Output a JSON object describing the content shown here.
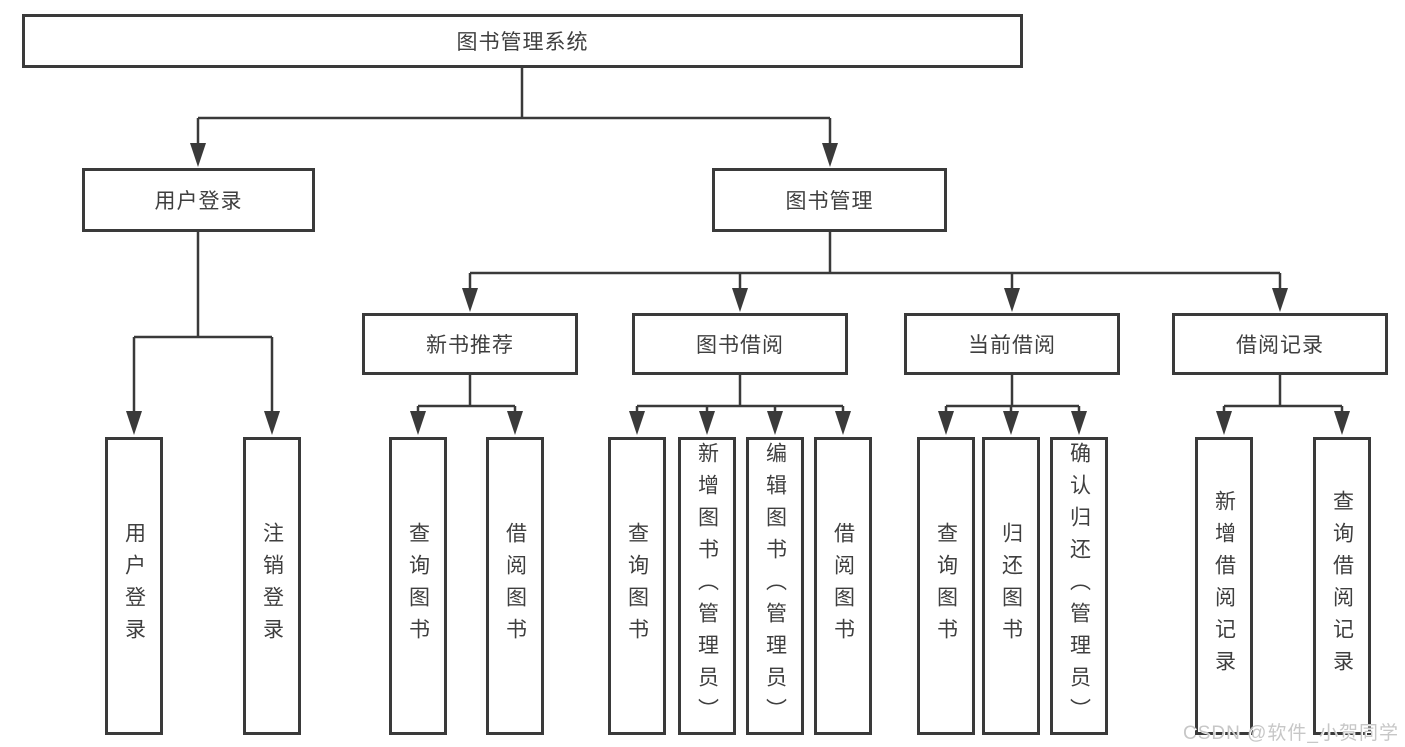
{
  "diagram": {
    "root": {
      "label": "图书管理系统",
      "children": [
        {
          "label": "用户登录",
          "children": [
            {
              "label": "用户登录"
            },
            {
              "label": "注销登录"
            }
          ]
        },
        {
          "label": "图书管理",
          "children": [
            {
              "label": "新书推荐",
              "children": [
                {
                  "label": "查询图书"
                },
                {
                  "label": "借阅图书"
                }
              ]
            },
            {
              "label": "图书借阅",
              "children": [
                {
                  "label": "查询图书"
                },
                {
                  "label": "新增图书（管理员）"
                },
                {
                  "label": "编辑图书（管理员）"
                },
                {
                  "label": "借阅图书"
                }
              ]
            },
            {
              "label": "当前借阅",
              "children": [
                {
                  "label": "查询图书"
                },
                {
                  "label": "归还图书"
                },
                {
                  "label": "确认归还（管理员）"
                }
              ]
            },
            {
              "label": "借阅记录",
              "children": [
                {
                  "label": "新增借阅记录"
                },
                {
                  "label": "查询借阅记录"
                }
              ]
            }
          ]
        }
      ]
    },
    "colors": {
      "line": "#3a3a3a",
      "text": "#3f3f3f",
      "background": "#ffffff",
      "watermark": "#c7c7c7"
    }
  },
  "watermark": "CSDN @软件_小贺同学"
}
